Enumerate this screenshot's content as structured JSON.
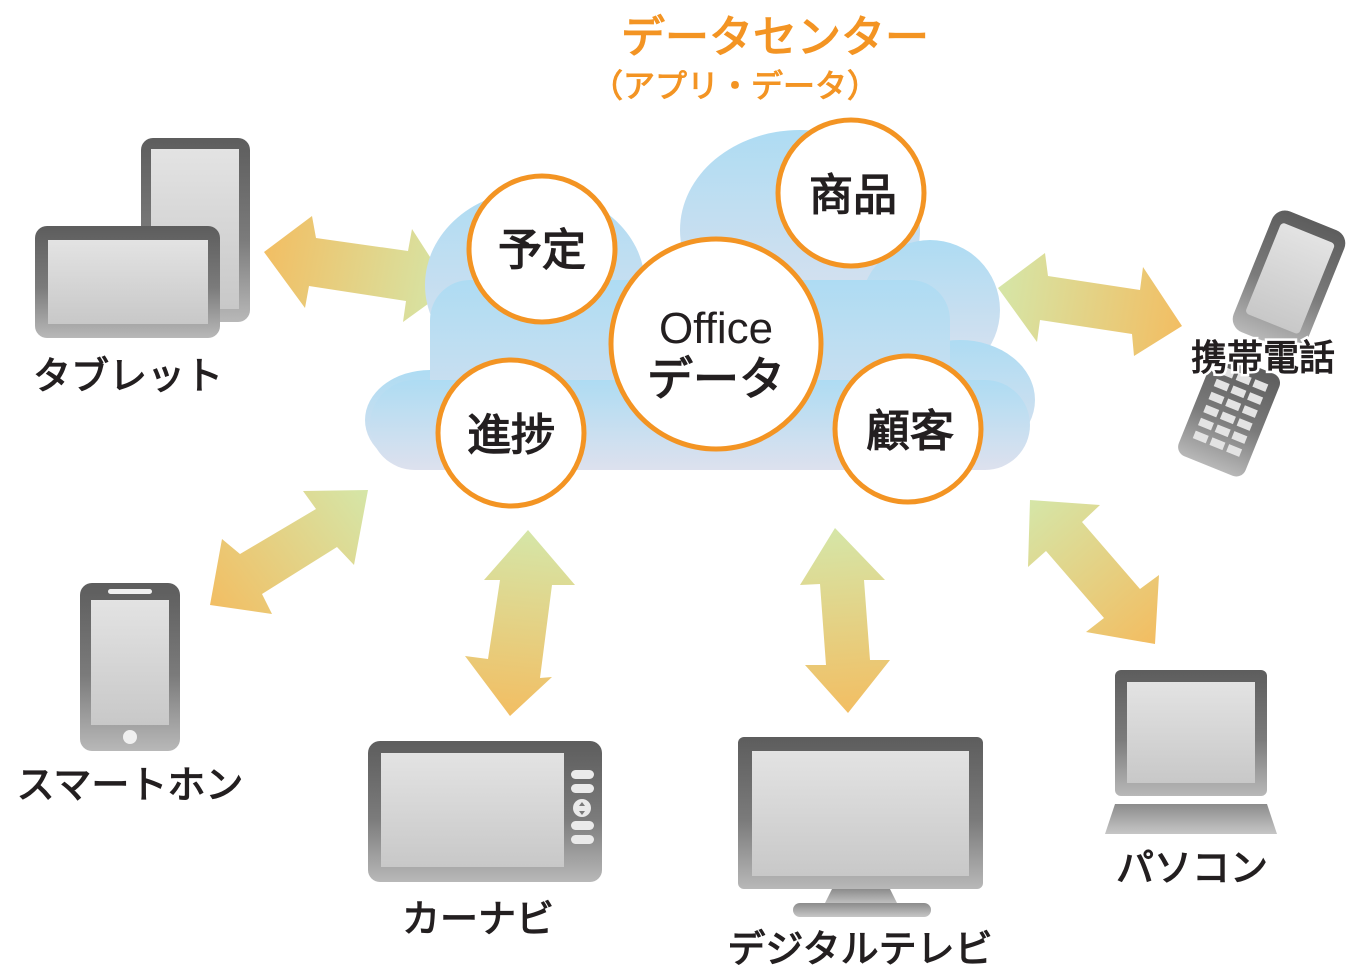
{
  "header": {
    "title": "データセンター",
    "subtitle": "（アプリ・データ）",
    "accent_color": "#F39423"
  },
  "cloud": {
    "center_label_line1": "Office",
    "center_label_line2": "データ",
    "bubbles": {
      "schedule": "予定",
      "product": "商品",
      "progress": "進捗",
      "customer": "顧客"
    },
    "bubble_border_color": "#F39423",
    "cloud_color_top": "#B7E0F5",
    "cloud_color_bottom": "#D7DEEE"
  },
  "devices": {
    "tablet": {
      "label": "タブレット",
      "icon": "tablet-icon"
    },
    "mobile_phone": {
      "label": "携帯電話",
      "icon": "flip-phone-icon"
    },
    "smartphone": {
      "label": "スマートホン",
      "icon": "smartphone-icon"
    },
    "car_navi": {
      "label": "カーナビ",
      "icon": "car-navigation-icon"
    },
    "digital_tv": {
      "label": "デジタルテレビ",
      "icon": "tv-icon"
    },
    "pc": {
      "label": "パソコン",
      "icon": "laptop-icon"
    }
  },
  "arrow_colors": {
    "green": "#D5E6A8",
    "orange": "#F2BE63"
  }
}
